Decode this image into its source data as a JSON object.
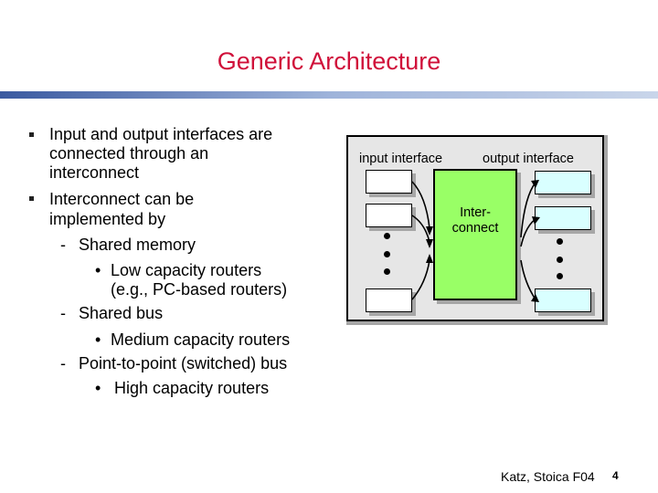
{
  "title": "Generic Architecture",
  "bullets": [
    {
      "lines": [
        "Input and output interfaces are",
        "connected through an",
        "interconnect"
      ]
    },
    {
      "lines": [
        "Interconnect can be",
        "implemented by"
      ]
    }
  ],
  "sub_items": [
    {
      "dash": "-",
      "text": "Shared memory"
    },
    {
      "bullet": "•",
      "text": "Low capacity routers"
    },
    {
      "text": "(e.g., PC-based routers)"
    },
    {
      "dash": "-",
      "text": "Shared bus"
    },
    {
      "bullet": "•",
      "text": "Medium capacity routers"
    },
    {
      "dash": "-",
      "text": "Point-to-point (switched) bus"
    },
    {
      "bullet": "•",
      "text": "High capacity routers"
    }
  ],
  "diagram": {
    "input_label": "input interface",
    "output_label": "output interface",
    "interconnect_lines": [
      "Inter-",
      "connect"
    ]
  },
  "footer": "Katz, Stoica F04",
  "page_number": "4",
  "colors": {
    "title": "#d0103a",
    "interconnect": "#99ff66",
    "output_port": "#d9ffff"
  }
}
